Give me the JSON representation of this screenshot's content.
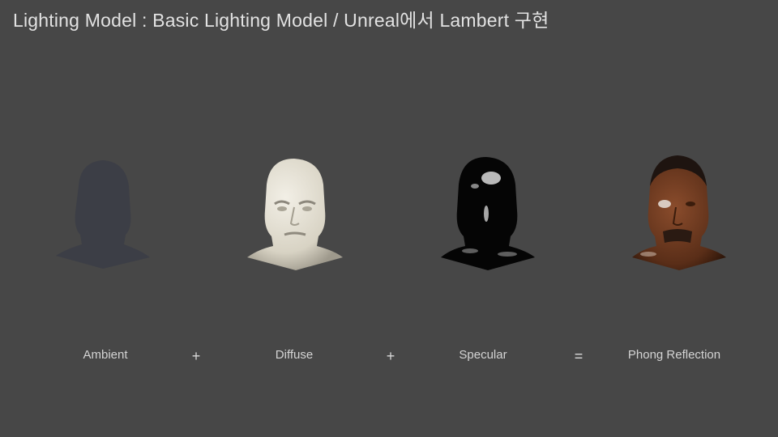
{
  "slide": {
    "title": "Lighting Model : Basic Lighting Model / Unreal에서 Lambert 구현"
  },
  "terms": [
    {
      "label": "Ambient"
    },
    {
      "label": "Diffuse"
    },
    {
      "label": "Specular"
    },
    {
      "label": "Phong Reflection"
    }
  ],
  "operators": [
    "+",
    "+",
    "="
  ],
  "colors": {
    "background": "#474747",
    "ambient": "#3c3e46",
    "diffuse": "#e4e0d4",
    "specular": "#050505",
    "phong": "#6b3a22"
  }
}
